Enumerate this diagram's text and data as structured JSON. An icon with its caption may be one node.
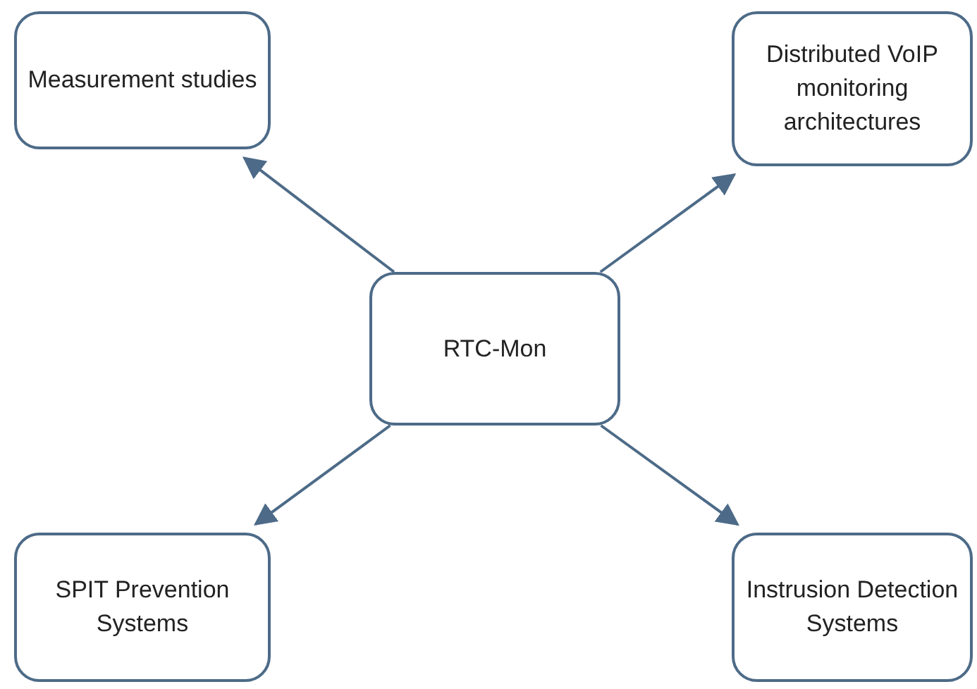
{
  "diagram": {
    "nodes": [
      {
        "text": [
          "RTC-Mon"
        ]
      },
      {
        "text": [
          "Measurement studies"
        ]
      },
      {
        "text": [
          "Distributed VoIP monitoring architectures"
        ]
      },
      {
        "text": [
          "SPIT Prevention Systems"
        ]
      },
      {
        "text": [
          "Instrusion Detection Systems"
        ]
      }
    ],
    "edges": [
      {
        "from": 0,
        "to": 1,
        "arrow": "to"
      },
      {
        "from": 0,
        "to": 2,
        "arrow": "to"
      },
      {
        "from": 0,
        "to": 3,
        "arrow": "to"
      },
      {
        "from": 0,
        "to": 4,
        "arrow": "to"
      }
    ]
  }
}
